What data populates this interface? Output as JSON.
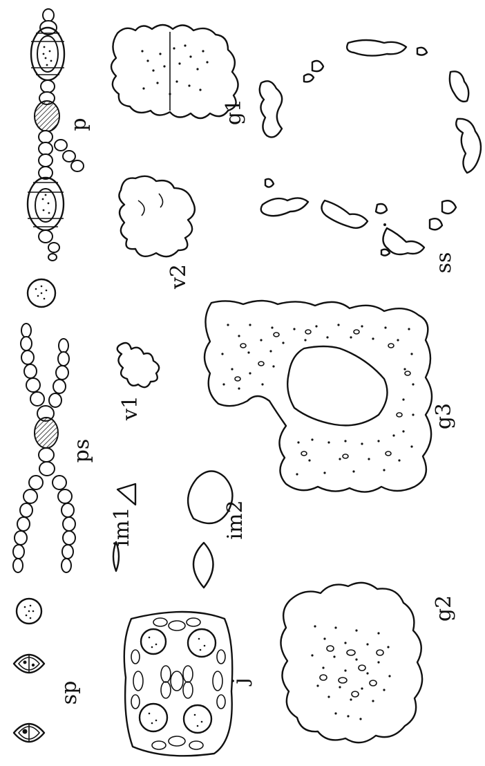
{
  "figure": {
    "labels": {
      "sp": "sp",
      "ps": "ps",
      "p": "p",
      "im1": "im1",
      "im2": "im2",
      "j": "j",
      "v1": "v1",
      "v2": "v2",
      "g1": "g1",
      "g2": "g2",
      "g3": "g3",
      "ss": "ss"
    }
  }
}
